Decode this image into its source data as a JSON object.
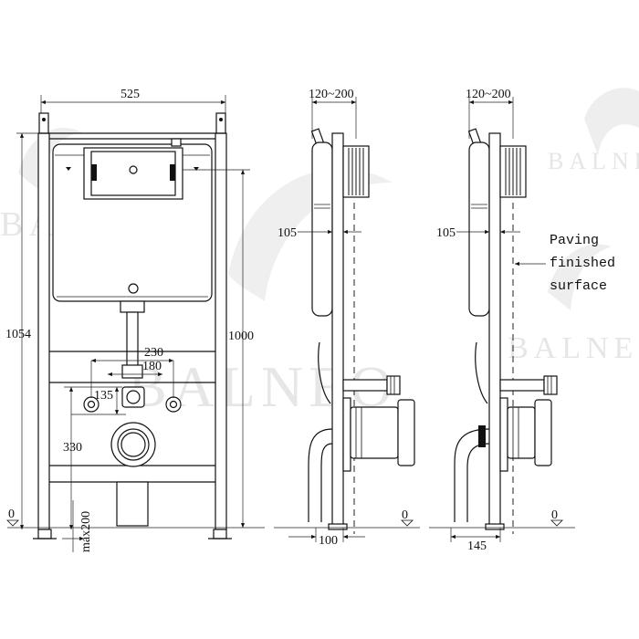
{
  "watermark": {
    "brand": "BALNEO"
  },
  "front_view": {
    "width_label": "525",
    "height_label": "1054",
    "frame_height_label": "1000",
    "spacing_230_label": "230",
    "spacing_180_label": "180",
    "height_135_label": "135",
    "height_330_label": "330",
    "zero_label": "0",
    "max_label": "max200"
  },
  "side_view_left": {
    "top_range_label": "120~200",
    "depth_label": "105",
    "base_label": "100",
    "zero_label": "0"
  },
  "side_view_right": {
    "top_range_label": "120~200",
    "depth_label": "105",
    "base_label": "145",
    "zero_label": "0",
    "note_line1": "Paving",
    "note_line2": "finished",
    "note_line3": "surface"
  }
}
